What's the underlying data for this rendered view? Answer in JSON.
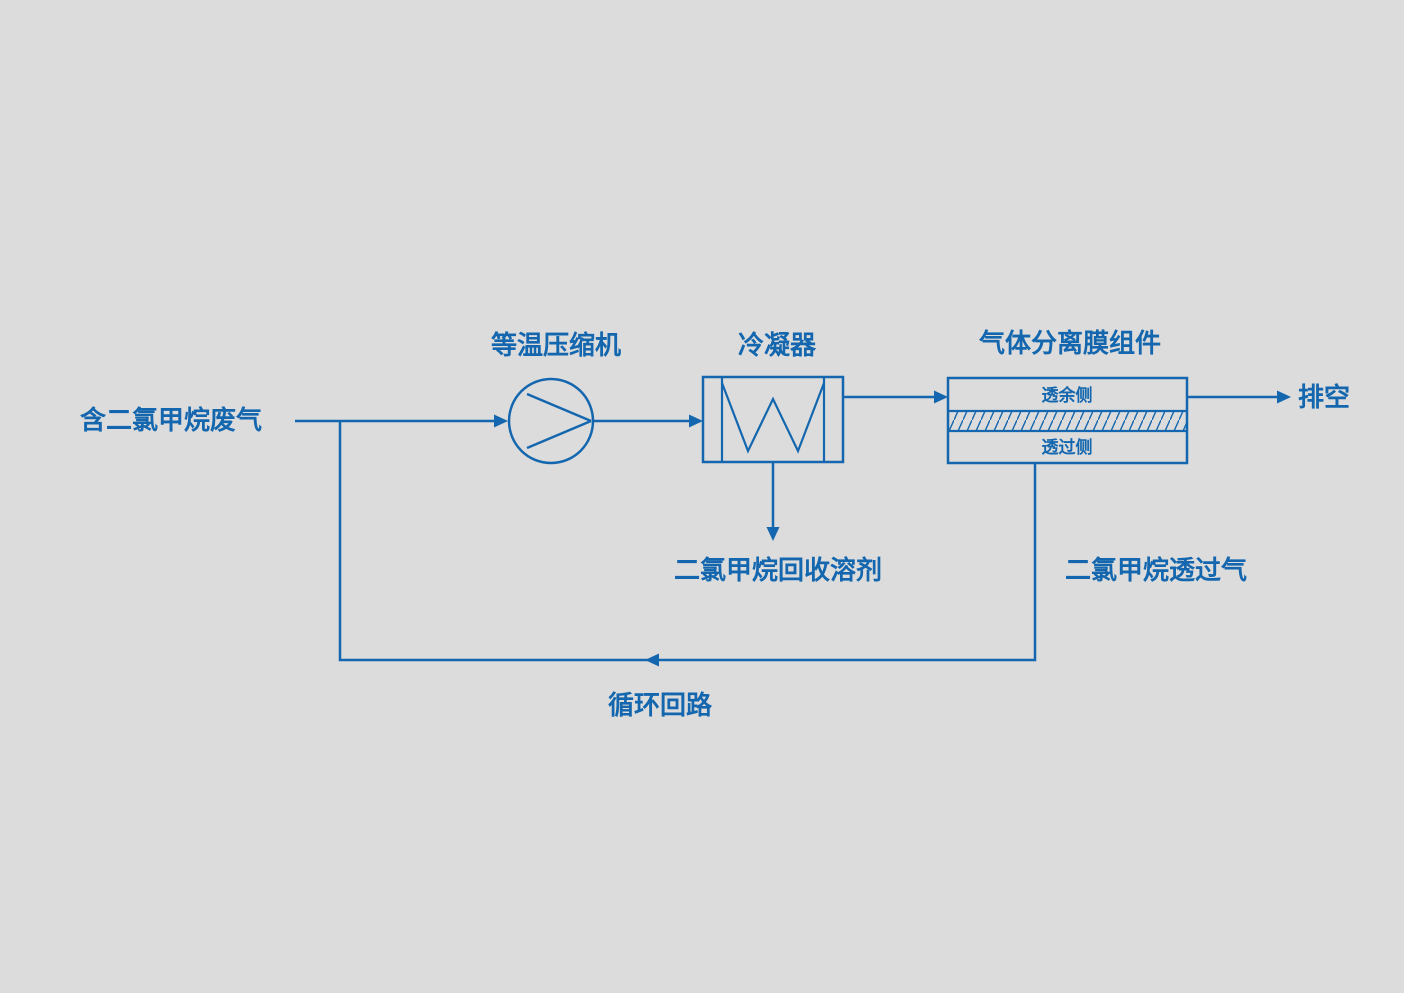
{
  "colors": {
    "background": "#dcdcdc",
    "primary": "#1467ae"
  },
  "diagram": {
    "title": "",
    "feed_label": "含二氯甲烷废气",
    "compressor_label": "等温压缩机",
    "condenser_label": "冷凝器",
    "membrane_label": "气体分离膜组件",
    "vent_label": "排空",
    "membrane_retentate_label": "透余侧",
    "membrane_permeate_label": "透过侧",
    "solvent_label": "二氯甲烷回收溶剂",
    "permeate_gas_label": "二氯甲烷透过气",
    "recycle_label": "循环回路"
  }
}
